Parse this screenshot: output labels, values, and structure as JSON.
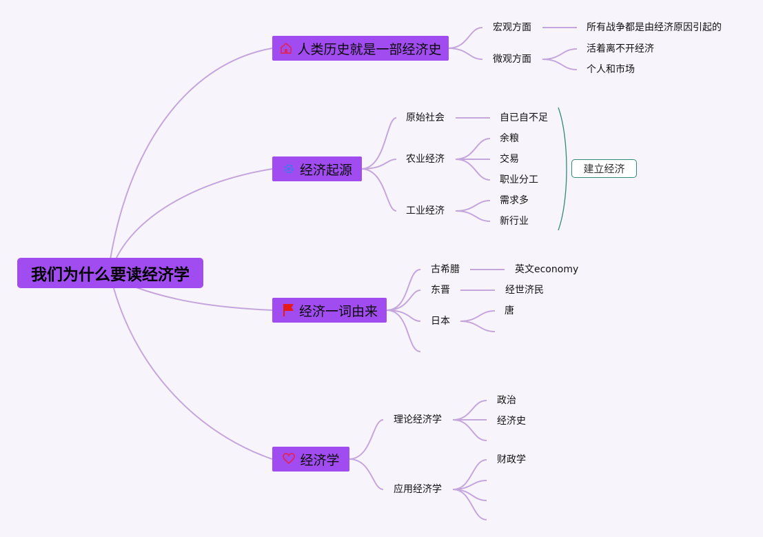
{
  "root": {
    "label": "我们为什么要读经济学"
  },
  "topics": [
    {
      "label": "人类历史就是一部经济史",
      "icon": "house-icon"
    },
    {
      "label": "经济起源",
      "icon": "gear-icon"
    },
    {
      "label": "经济一词由来",
      "icon": "flag-icon"
    },
    {
      "label": "经济学",
      "icon": "heart-icon"
    }
  ],
  "history": {
    "macro": "宏观方面",
    "macro_detail": "所有战争都是由经济原因引起的",
    "micro": "微观方面",
    "micro_items": [
      "活着离不开经济",
      "个人和市场"
    ]
  },
  "origin": {
    "primitive": "原始社会",
    "primitive_detail": "自已自不足",
    "agri": "农业经济",
    "agri_items": [
      "余粮",
      "交易",
      "职业分工"
    ],
    "industrial": "工业经济",
    "industrial_items": [
      "需求多",
      "新行业"
    ],
    "summary": "建立经济"
  },
  "word_origin": {
    "greece": "古希腊",
    "greece_detail": "英文economy",
    "dongjin": "东晋",
    "dongjin_detail": "经世济民",
    "japan": "日本",
    "japan_detail": "唐"
  },
  "economics": {
    "theory": "理论经济学",
    "theory_items": [
      "政治",
      "经济史"
    ],
    "applied": "应用经济学",
    "applied_items": [
      "财政学"
    ]
  },
  "colors": {
    "topic_fill": "#a14cf0",
    "connector": "#c4a6dc",
    "summary_border": "#2e8b78",
    "house_icon": "#e0245e",
    "gear_icon": "#3b7bf0",
    "flag_icon": "#e31b1b",
    "heart_icon": "#e0245e"
  }
}
